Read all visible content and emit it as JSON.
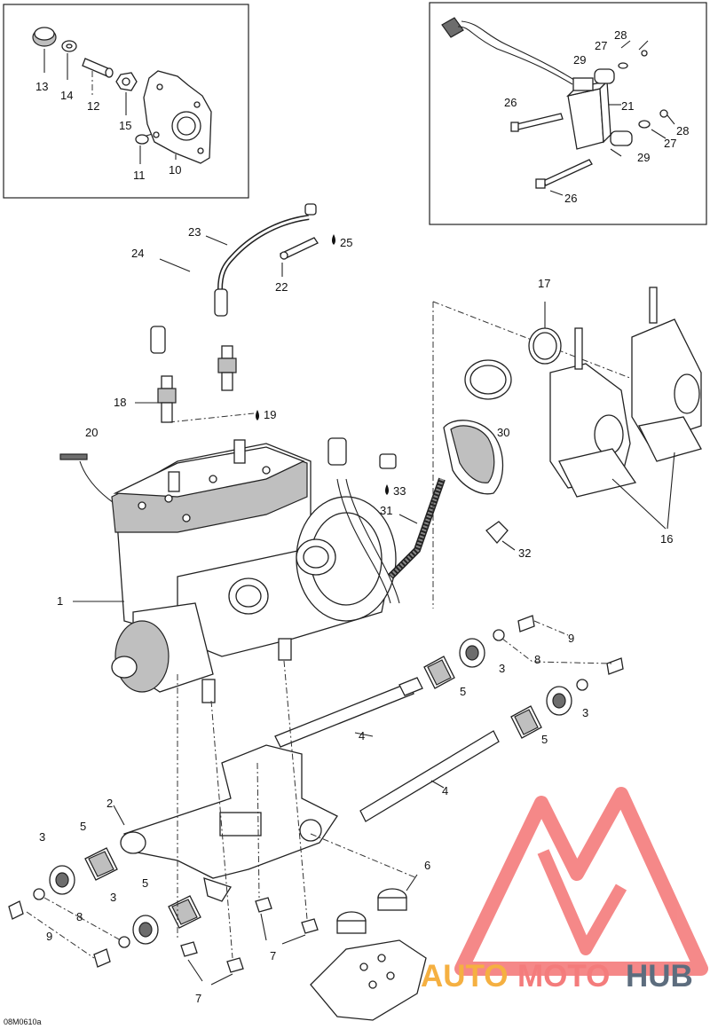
{
  "diagram": {
    "callouts": [
      {
        "id": "c13",
        "text": "13"
      },
      {
        "id": "c14",
        "text": "14"
      },
      {
        "id": "c12",
        "text": "12"
      },
      {
        "id": "c15",
        "text": "15"
      },
      {
        "id": "c11",
        "text": "11"
      },
      {
        "id": "c10",
        "text": "10"
      },
      {
        "id": "c28a",
        "text": "28"
      },
      {
        "id": "c27a",
        "text": "27"
      },
      {
        "id": "c29a",
        "text": "29"
      },
      {
        "id": "c26a",
        "text": "26"
      },
      {
        "id": "c21",
        "text": "21"
      },
      {
        "id": "c28b",
        "text": "28"
      },
      {
        "id": "c27b",
        "text": "27"
      },
      {
        "id": "c29b",
        "text": "29"
      },
      {
        "id": "c26b",
        "text": "26"
      },
      {
        "id": "c23",
        "text": "23"
      },
      {
        "id": "c24",
        "text": "24"
      },
      {
        "id": "c25",
        "text": "25"
      },
      {
        "id": "c22",
        "text": "22"
      },
      {
        "id": "c17",
        "text": "17"
      },
      {
        "id": "c18",
        "text": "18"
      },
      {
        "id": "c19",
        "text": "19"
      },
      {
        "id": "c20",
        "text": "20"
      },
      {
        "id": "c30",
        "text": "30"
      },
      {
        "id": "c33",
        "text": "33"
      },
      {
        "id": "c31",
        "text": "31"
      },
      {
        "id": "c32",
        "text": "32"
      },
      {
        "id": "c16",
        "text": "16"
      },
      {
        "id": "c1",
        "text": "1"
      },
      {
        "id": "c9a",
        "text": "9"
      },
      {
        "id": "c8a",
        "text": "8"
      },
      {
        "id": "c3a",
        "text": "3"
      },
      {
        "id": "c5a",
        "text": "5"
      },
      {
        "id": "c3b",
        "text": "3"
      },
      {
        "id": "c5b",
        "text": "5"
      },
      {
        "id": "c4a",
        "text": "4"
      },
      {
        "id": "c4b",
        "text": "4"
      },
      {
        "id": "c2",
        "text": "2"
      },
      {
        "id": "c3c",
        "text": "3"
      },
      {
        "id": "c5c",
        "text": "5"
      },
      {
        "id": "c5d",
        "text": "5"
      },
      {
        "id": "c3d",
        "text": "3"
      },
      {
        "id": "c6",
        "text": "6"
      },
      {
        "id": "c8b",
        "text": "8"
      },
      {
        "id": "c9b",
        "text": "9"
      },
      {
        "id": "c7a",
        "text": "7"
      },
      {
        "id": "c7b",
        "text": "7"
      }
    ],
    "drawing_code": "08M0610a",
    "watermark": {
      "part1": "AUTO",
      "part2": "MOTO",
      "part3": "HUB",
      "color_primary": "#f47c7c",
      "color_accent": "#f5b041",
      "color_dark": "#5d6d7e"
    }
  }
}
